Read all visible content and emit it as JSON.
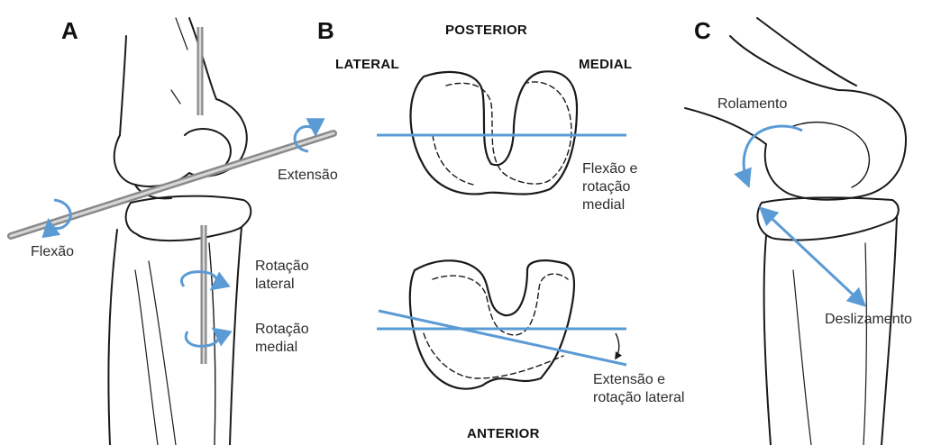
{
  "panels": {
    "a": {
      "letter": "A",
      "labels": {
        "flexao": "Flexão",
        "extensao": "Extensão",
        "rotacao_lateral_1": "Rotação",
        "rotacao_lateral_2": "lateral",
        "rotacao_medial_1": "Rotação",
        "rotacao_medial_2": "medial"
      }
    },
    "b": {
      "letter": "B",
      "directions": {
        "posterior": "POSTERIOR",
        "anterior": "ANTERIOR",
        "lateral": "LATERAL",
        "medial": "MEDIAL"
      },
      "top_caption": [
        "Flexão e",
        "rotação",
        "medial"
      ],
      "bottom_caption": [
        "Extensão e",
        "rotação lateral"
      ]
    },
    "c": {
      "letter": "C",
      "labels": {
        "rolamento": "Rolamento",
        "deslizamento": "Deslizamento"
      }
    }
  },
  "colors": {
    "accent": "#5b9bd5",
    "line": "#1a1a1a",
    "rod": "#9a9a9a"
  }
}
